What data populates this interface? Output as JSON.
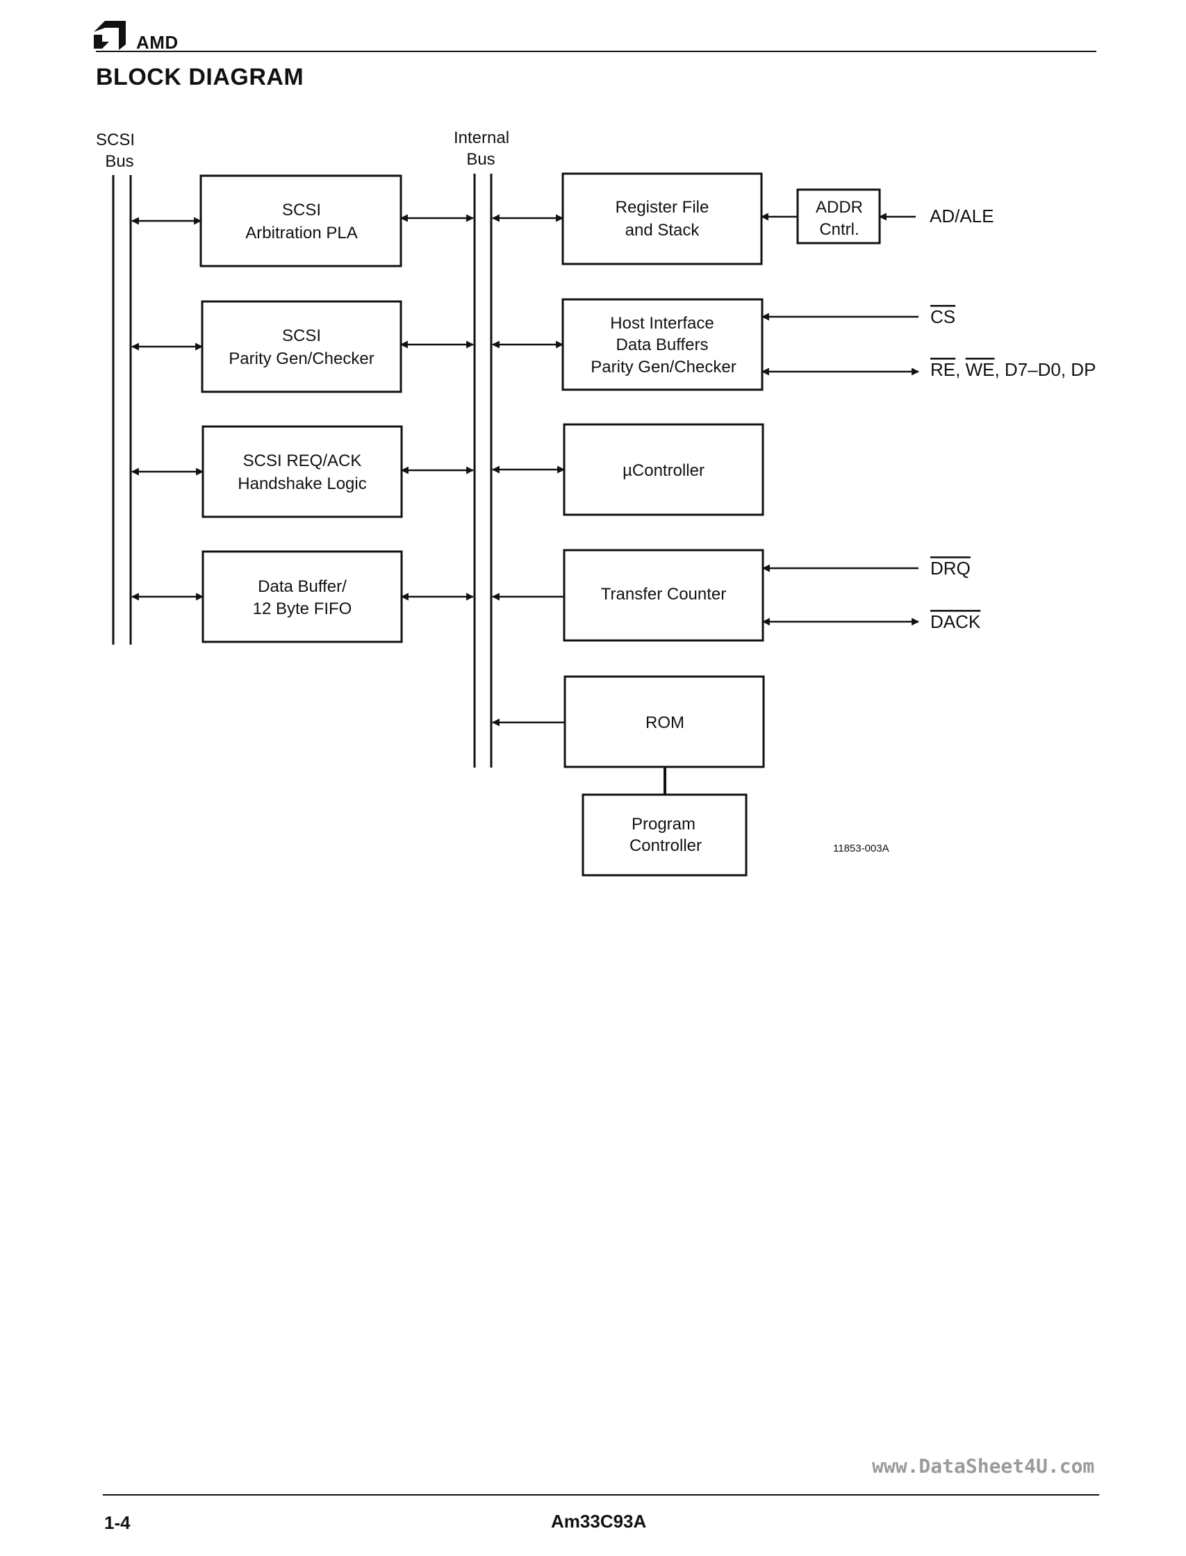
{
  "header": {
    "brand": "AMD",
    "watermark": "www.DataSheet4U.com"
  },
  "page_title": "BLOCK DIAGRAM",
  "diagram": {
    "scsi_bus_label": [
      "SCSI",
      "Bus"
    ],
    "internal_bus_label": [
      "Internal",
      "Bus"
    ],
    "blocks": {
      "scsi_arbitration": [
        "SCSI",
        "Arbitration PLA"
      ],
      "scsi_parity": [
        "SCSI",
        "Parity Gen/Checker"
      ],
      "scsi_handshake": [
        "SCSI REQ/ACK",
        "Handshake Logic"
      ],
      "data_buffer": [
        "Data Buffer/",
        "12 Byte FIFO"
      ],
      "register_file": [
        "Register File",
        "and Stack"
      ],
      "addr_cntrl": [
        "ADDR",
        "Cntrl."
      ],
      "host_interface": [
        "Host Interface",
        "Data Buffers",
        "Parity Gen/Checker"
      ],
      "ucontroller": [
        "µController"
      ],
      "transfer_counter": [
        "Transfer Counter"
      ],
      "rom": [
        "ROM"
      ],
      "program_controller": [
        "Program",
        "Controller"
      ]
    },
    "signals": {
      "ad_ale": "AD/ALE",
      "cs": "CS",
      "re": "RE",
      "sep1": ", ",
      "we": "WE",
      "data_rest": ", D7–D0, DP",
      "drq": "DRQ",
      "dack": "DACK"
    },
    "figure_id": "11853-003A"
  },
  "footer": {
    "page_number": "1-4",
    "part_number": "Am33C93A",
    "watermark": "www.DataSheet4U.com"
  }
}
